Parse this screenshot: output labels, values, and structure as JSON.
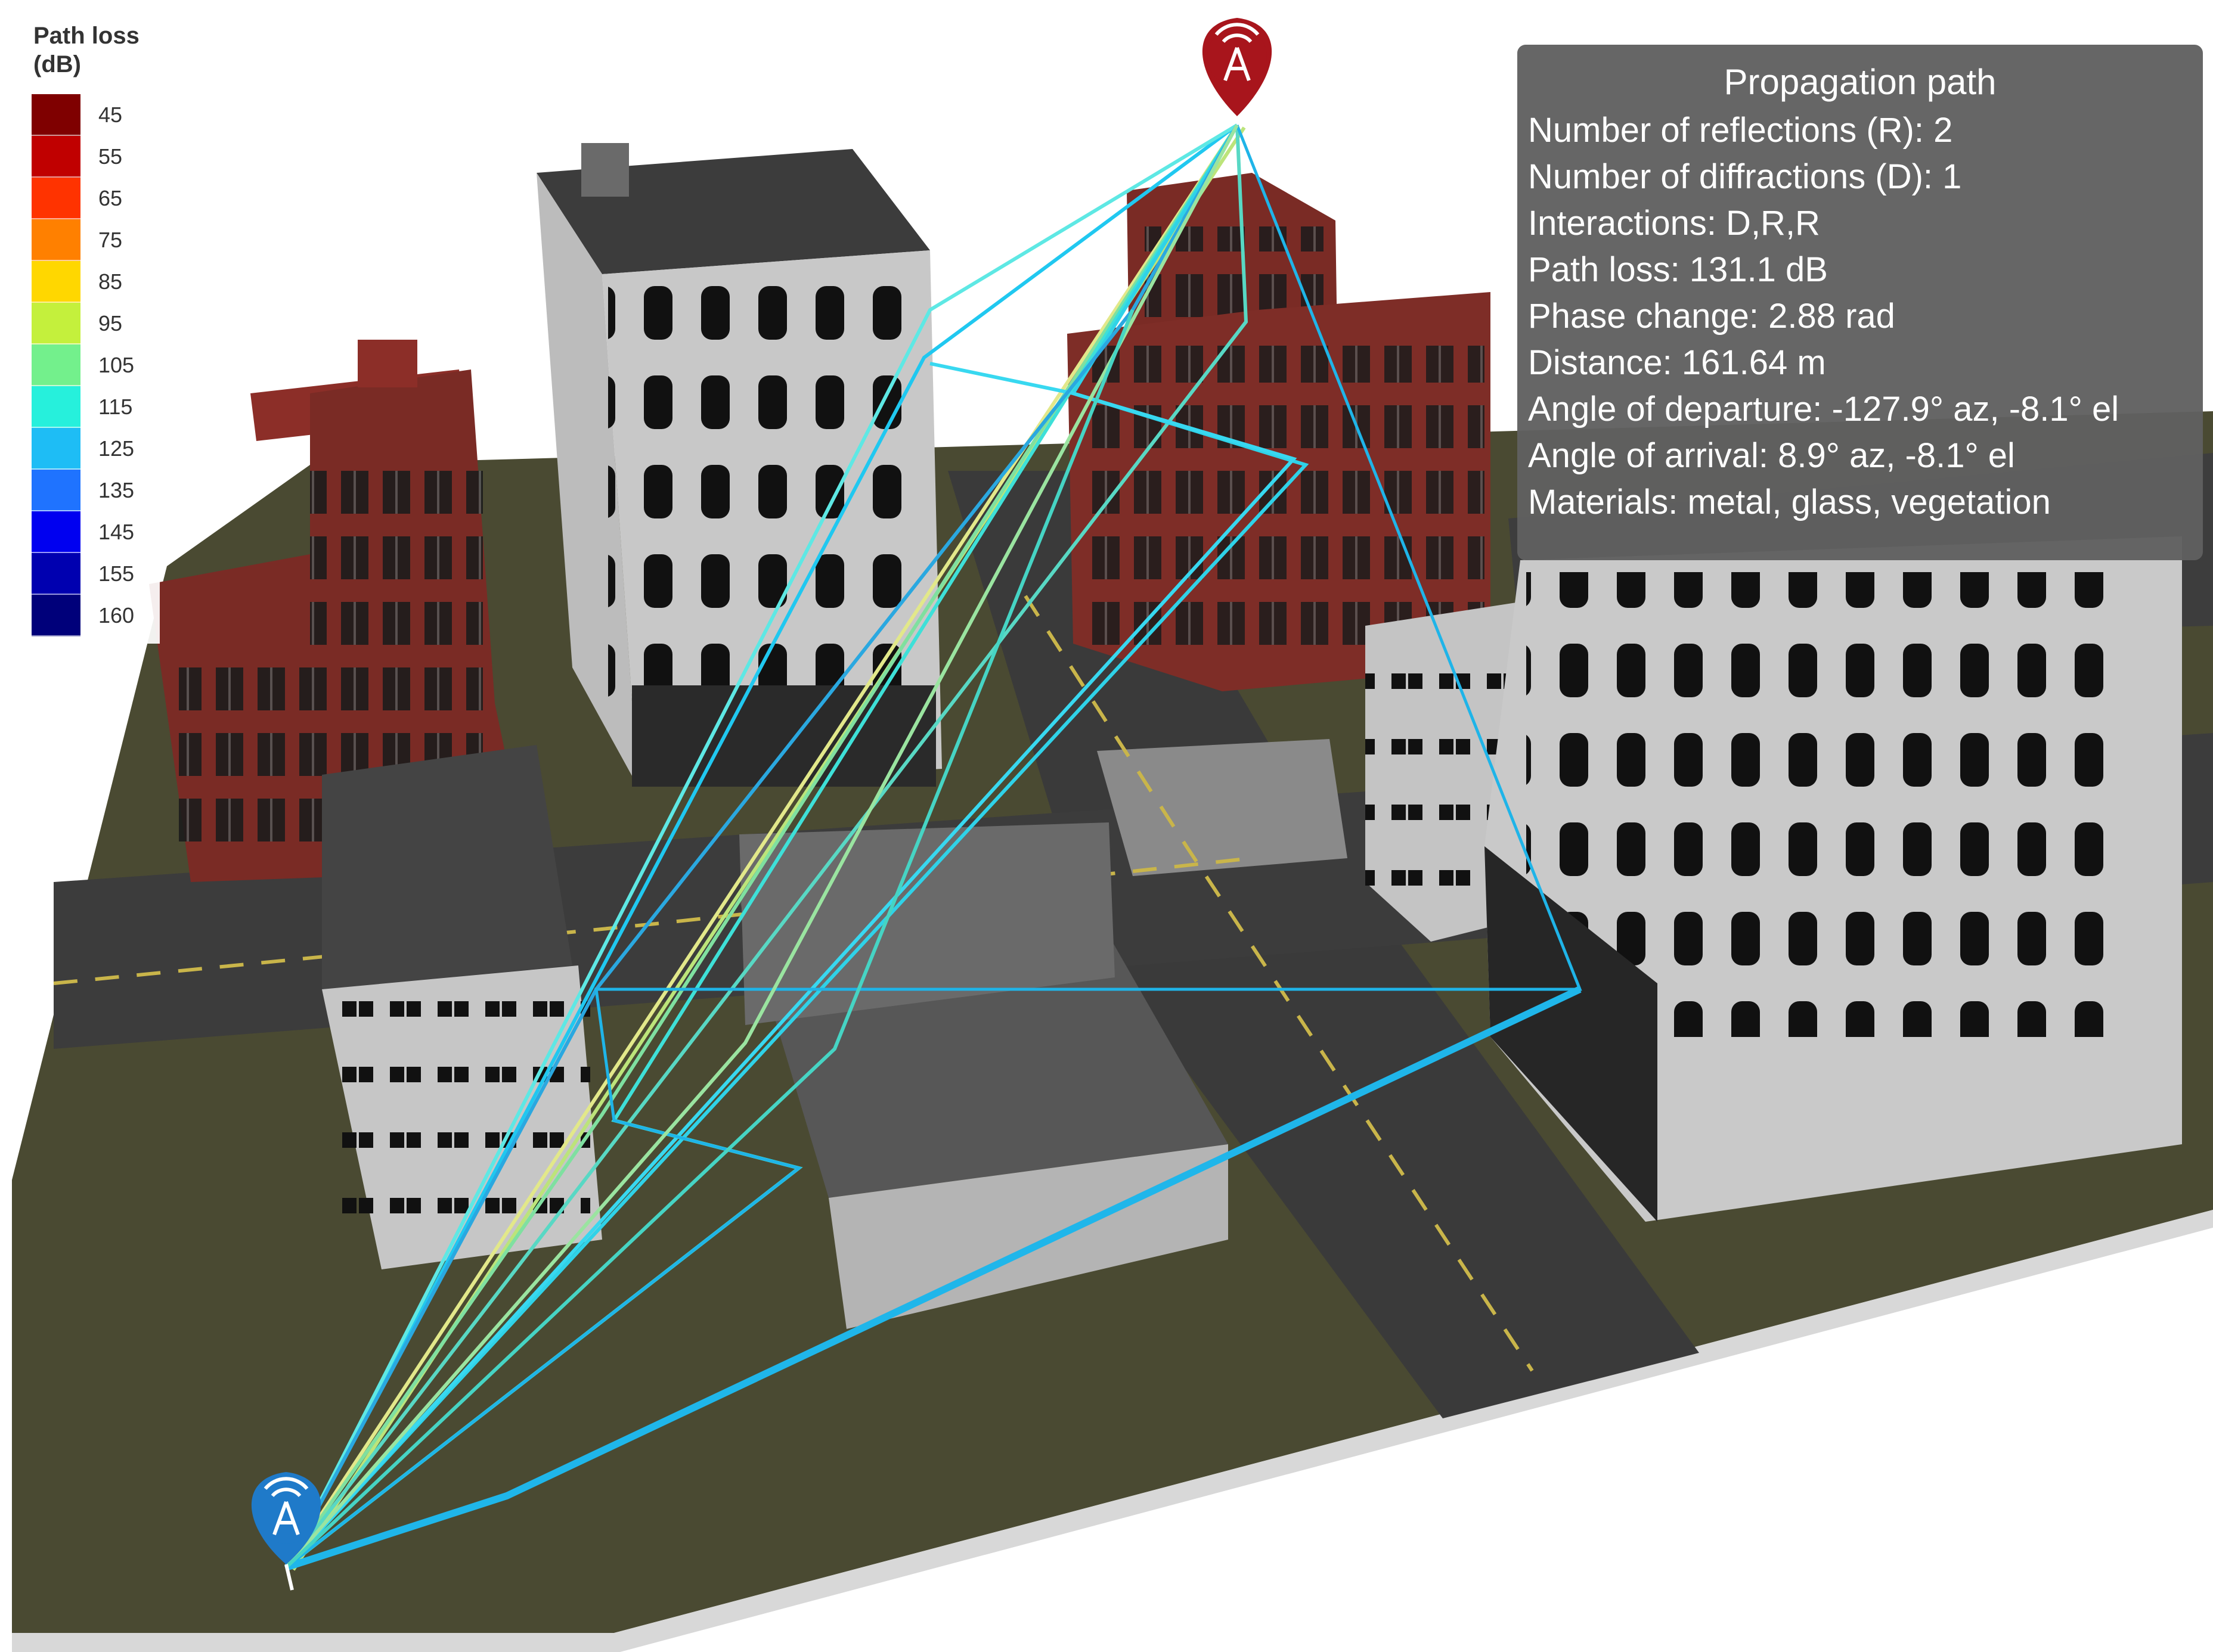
{
  "legend": {
    "title_line1": "Path loss",
    "title_line2": "(dB)",
    "items": [
      {
        "value": "45",
        "color": "#7f0000"
      },
      {
        "value": "55",
        "color": "#c00000"
      },
      {
        "value": "65",
        "color": "#ff3300"
      },
      {
        "value": "75",
        "color": "#ff8000"
      },
      {
        "value": "85",
        "color": "#ffd700"
      },
      {
        "value": "95",
        "color": "#c4f03c"
      },
      {
        "value": "105",
        "color": "#73f08c"
      },
      {
        "value": "115",
        "color": "#26f0dc"
      },
      {
        "value": "125",
        "color": "#1ebdf5"
      },
      {
        "value": "135",
        "color": "#1f73ff"
      },
      {
        "value": "145",
        "color": "#0000f0"
      },
      {
        "value": "155",
        "color": "#0000b0"
      },
      {
        "value": "160",
        "color": "#00007a"
      }
    ]
  },
  "info": {
    "title": "Propagation path",
    "lines": [
      "Number of reflections (R): 2",
      "Number of diffractions (D): 1",
      "Interactions: D,R,R",
      "Path loss: 131.1 dB",
      "Phase change: 2.88 rad",
      "Distance: 161.64 m",
      "Angle of departure: -127.9° az, -8.1° el",
      "Angle of arrival: 8.9° az, -8.1° el",
      "Materials: metal, glass, vegetation"
    ]
  },
  "markers": {
    "transmitter": {
      "icon": "transmitter-pin-icon",
      "color": "#a8151c"
    },
    "receiver": {
      "icon": "receiver-pin-icon",
      "color": "#1f7ac9"
    }
  }
}
